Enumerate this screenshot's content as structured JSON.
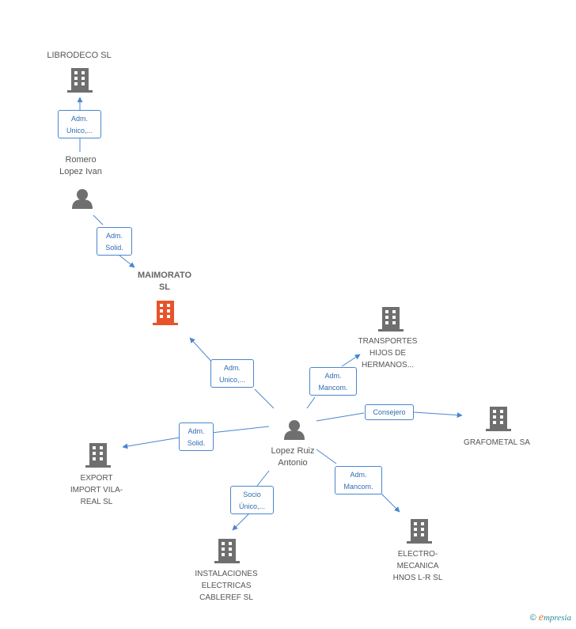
{
  "colors": {
    "edge": "#4a86d0",
    "building": "#6f6f6f",
    "building_main": "#e8532a",
    "person": "#6f6f6f"
  },
  "nodes": {
    "librodeco": "LIBRODECO  SL",
    "romero": "Romero\nLopez Ivan",
    "maimorato": "MAIMORATO\nSL",
    "lopez": "Lopez Ruiz\nAntonio",
    "transportes": "TRANSPORTES\nHIJOS DE\nHERMANOS...",
    "grafometal": "GRAFOMETAL SA",
    "export": "EXPORT\nIMPORT VILA-\nREAL SL",
    "instalaciones": "INSTALACIONES\nELECTRICAS\nCABLEREF SL",
    "electro": "ELECTRO-\nMECANICA\nHNOS L-R SL"
  },
  "edges": {
    "romero_librodeco": "Adm.\nUnico,...",
    "romero_maimorato": "Adm.\nSolid.",
    "lopez_maimorato": "Adm.\nUnico,...",
    "lopez_transportes": "Adm.\nMancom.",
    "lopez_grafometal": "Consejero",
    "lopez_export": "Adm.\nSolid.",
    "lopez_instalaciones": "Socio\nÚnico,...",
    "lopez_electro": "Adm.\nMancom."
  },
  "footer": {
    "copyright": "©",
    "brand_initial": "e",
    "brand_rest": "mpresia"
  }
}
